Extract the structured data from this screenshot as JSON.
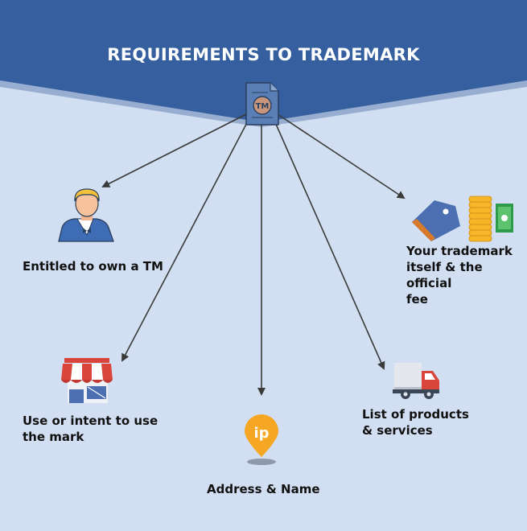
{
  "header": {
    "title": "REQUIREMENTS TO TRADEMARK",
    "badge": "TM"
  },
  "nodes": {
    "owner": {
      "label": "Entitled to own a TM",
      "icon": "person-icon"
    },
    "use": {
      "label": "Use or intent to use\nthe mark",
      "icon": "store-icon"
    },
    "address": {
      "label": "Address & Name",
      "icon": "ip-location-pin-icon",
      "pin_text": "ip"
    },
    "products": {
      "label": "List of products\n& services",
      "icon": "delivery-truck-icon"
    },
    "fee": {
      "label": "Your trademark\nitself & the official\nfee",
      "icon": "price-tag-and-money-icon"
    }
  },
  "colors": {
    "background": "#d2dff2",
    "header": "#355f9e",
    "arrow": "#3a3a3a",
    "text": "#111111"
  }
}
